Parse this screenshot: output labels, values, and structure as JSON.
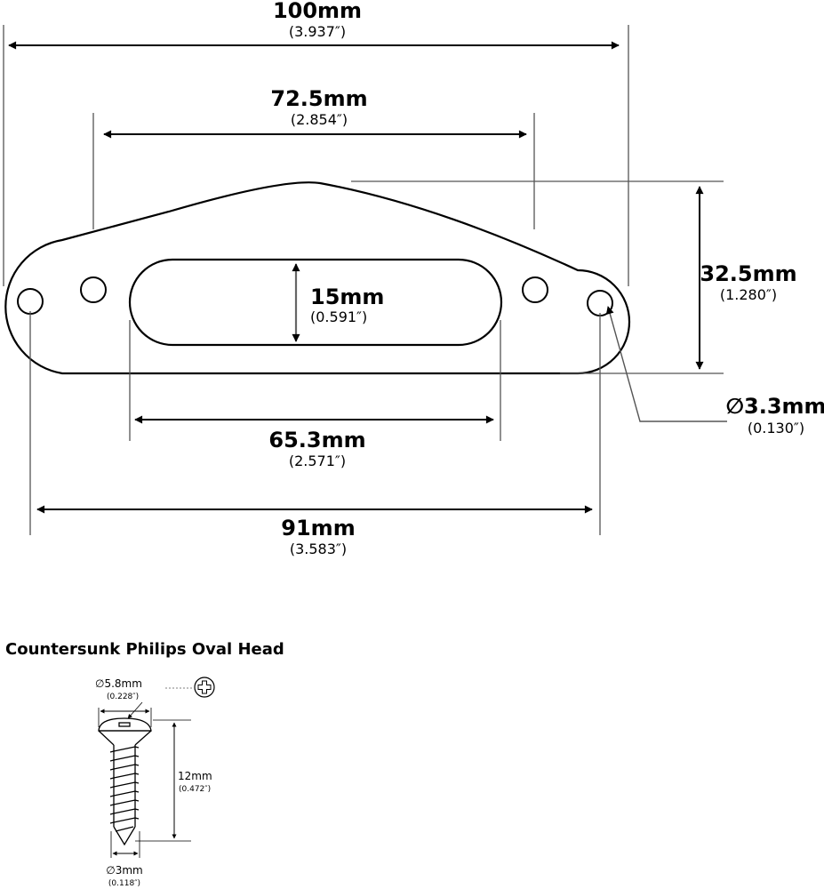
{
  "plate": {
    "overall_length": {
      "mm": "100mm",
      "in": "(3.937″)"
    },
    "mount_hole_spacing": {
      "mm": "72.5mm",
      "in": "(2.854″)"
    },
    "slot_width": {
      "mm": "15mm",
      "in": "(0.591″)"
    },
    "slot_length": {
      "mm": "65.3mm",
      "in": "(2.571″)"
    },
    "end_hole_spacing": {
      "mm": "91mm",
      "in": "(3.583″)"
    },
    "height": {
      "mm": "32.5mm",
      "in": "(1.280″)"
    },
    "hole_diameter": {
      "mm": "∅3.3mm",
      "in": "(0.130″)"
    }
  },
  "screw": {
    "title": "Countersunk Philips Oval Head",
    "head_diameter": {
      "mm": "∅5.8mm",
      "in": "(0.228″)"
    },
    "length": {
      "mm": "12mm",
      "in": "(0.472″)"
    },
    "shank_diameter": {
      "mm": "∅3mm",
      "in": "(0.118″)"
    }
  }
}
